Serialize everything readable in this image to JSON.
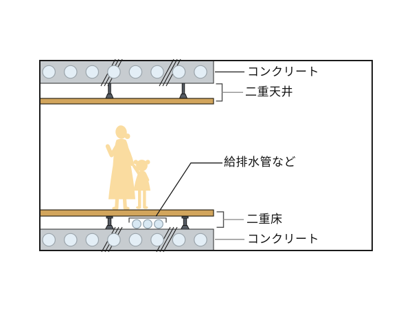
{
  "diagram": {
    "type": "building-cross-section",
    "labels": {
      "concrete_top": "コンクリート",
      "double_ceiling": "二重天井",
      "pipes": "給排水管など",
      "double_floor": "二重床",
      "concrete_bottom": "コンクリート"
    },
    "colors": {
      "background": "#ffffff",
      "frame_border": "#1a1a1a",
      "slab": "#c7ccd0",
      "slab_outline": "#2a2a2a",
      "void_circle": "#e3eef6",
      "void_circle_outline": "#9aa4ab",
      "wood_board": "#d2a55c",
      "wood_outline": "#2b2417",
      "hanger_metal": "#565c64",
      "hanger_outline": "#1c1c1c",
      "pipe_fill": "#d8e8f3",
      "pipe_outline": "#8fa0ab",
      "figure": "#fadca0",
      "leader_dark": "#1a1a1a",
      "leader_gray": "#999999",
      "bracket": "#4d4d4d",
      "text": "#111111"
    }
  }
}
